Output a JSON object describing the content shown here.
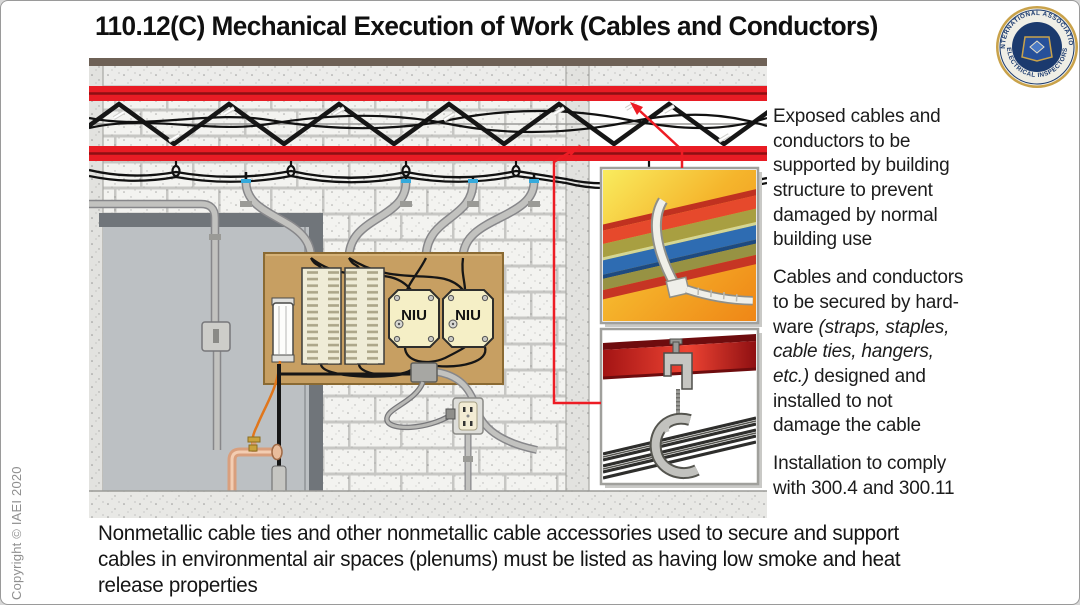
{
  "slide": {
    "title": "110.12(C) Mechanical Execution of Work (Cables and Conductors)",
    "copyright": "Copyright © IAEI 2020"
  },
  "logo": {
    "top_text": "INTERNATIONAL ASSOCIATION",
    "bottom_text": "ELECTRICAL INSPECTORS"
  },
  "right_column": {
    "para1": "Exposed cables and\nconductors to be\nsupported by building\nstructure to prevent\ndamaged by normal\nbuilding use",
    "para2_prefix": "Cables and conductors\nto be secured by hard-\nware ",
    "para2_italic": "(straps, staples,\ncable ties, hangers,\netc.)",
    "para2_suffix": " designed and\ninstalled to not\ndamage the cable",
    "para3": "Installation to comply\nwith 300.4 and 300.11"
  },
  "caption": "Nonmetallic cable ties and other nonmetallic cable accessories used to secure and support\ncables in environmental air spaces (plenums) must be listed as having low smoke and heat\nrelease properties",
  "illustration": {
    "niu_label": "NIU",
    "colors": {
      "joist_red": "#e81c24",
      "arrow_red": "#ed1c24",
      "plywood_tan": "#c79f62",
      "wall_block": "#f3f3f0",
      "door_gray": "#bcc0c3",
      "copper": "#d99f7d"
    },
    "insets": {
      "cable_tie": "nonmetallic cable tie around cable bundle",
      "beam_clamp": "beam clamp with hanger supporting cables"
    }
  }
}
